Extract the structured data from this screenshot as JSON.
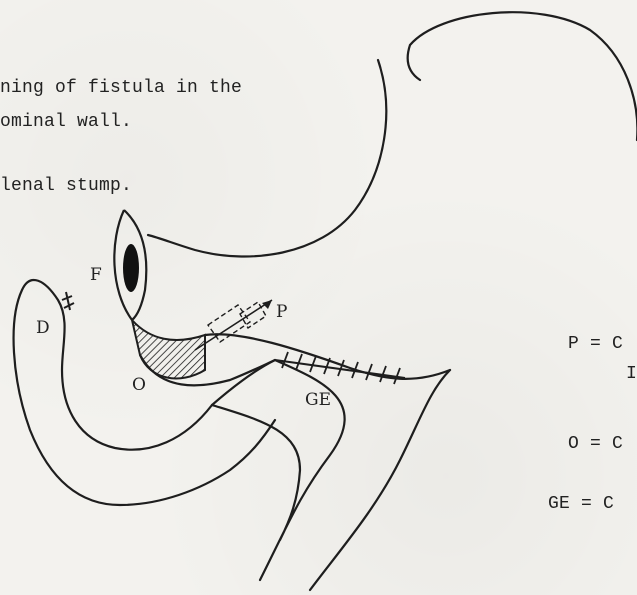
{
  "caption": {
    "line1": "ning of fistula in the",
    "line2": "ominal wall.",
    "line3": "lenal stump."
  },
  "labels": {
    "F": "F",
    "D": "D",
    "P": "P",
    "O": "O",
    "GE": "GE"
  },
  "legend": {
    "p_row": "P = C",
    "p_cont": "I",
    "o_row": "O = C",
    "ge_row": "GE = C"
  },
  "colors": {
    "ink": "#1e1e1e",
    "paper": "#f3f2ee"
  }
}
